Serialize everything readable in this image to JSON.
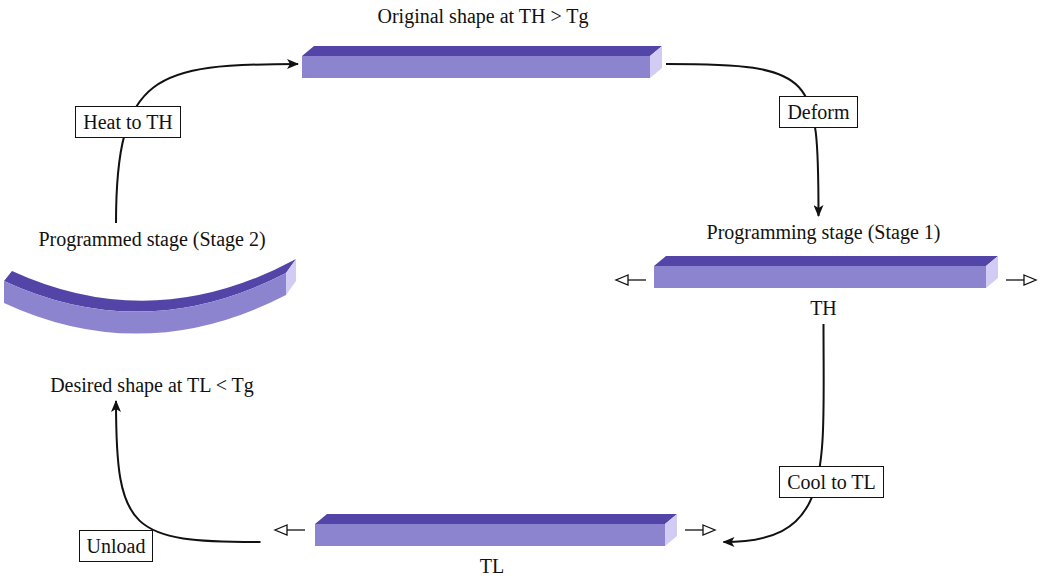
{
  "diagram": {
    "nodes": [
      {
        "text": [
          "Original shape at TH > Tg"
        ]
      },
      {
        "text": [
          "Programming stage (Stage 1)",
          "TH"
        ]
      },
      {
        "text": [
          "TL"
        ]
      },
      {
        "text": [
          "Programmed stage (Stage 2)",
          "Desired shape at TL < Tg"
        ]
      }
    ],
    "edges": [
      {
        "from": 0,
        "to": 1,
        "label": "Deform",
        "arrow": "to"
      },
      {
        "from": 1,
        "to": 2,
        "label": "Cool to TL",
        "arrow": "to"
      },
      {
        "from": 2,
        "to": 3,
        "label": "Unload",
        "arrow": "to"
      },
      {
        "from": 3,
        "to": 0,
        "label": "Heat to TH",
        "arrow": "to"
      }
    ]
  }
}
